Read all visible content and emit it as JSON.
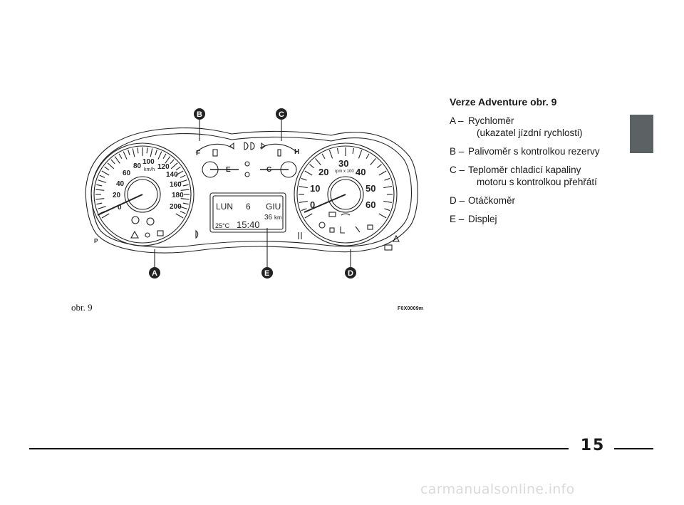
{
  "section": {
    "title": "Verze Adventure obr. 9",
    "items": [
      {
        "key": "A –",
        "lines": [
          "Rychloměr",
          "(ukazatel jízdní rychlosti)"
        ]
      },
      {
        "key": "B –",
        "lines": [
          "Palivoměr s kontrolkou rezervy"
        ]
      },
      {
        "key": "C –",
        "lines": [
          "Teploměr chladicí kapaliny",
          "motoru s kontrolkou přehřátí"
        ]
      },
      {
        "key": "D –",
        "lines": [
          "Otáčkoměr"
        ]
      },
      {
        "key": "E –",
        "lines": [
          "Displej"
        ]
      }
    ]
  },
  "figure": {
    "caption": "obr. 9",
    "code": "F0X0009m",
    "callouts": {
      "a": "A",
      "b": "B",
      "c": "C",
      "d": "D",
      "e": "E"
    },
    "speedometer": {
      "labels": [
        "0",
        "20",
        "40",
        "60",
        "80",
        "100",
        "120",
        "140",
        "160",
        "180",
        "200"
      ],
      "unit": "km/h"
    },
    "tachometer": {
      "labels": [
        "0",
        "10",
        "20",
        "30",
        "40",
        "50",
        "60"
      ],
      "unit": "rpm x 100"
    },
    "fuel_gauge": {
      "full": "F",
      "empty": "E"
    },
    "temp_gauge": {
      "hot": "H",
      "cold": "C"
    },
    "display": {
      "day": "LUN",
      "date": "6",
      "month": "GIU",
      "trip": "36",
      "trip_unit": "km",
      "temperature": "25°C",
      "time": "15:40"
    },
    "gear_indicator": "P"
  },
  "page_number": "15",
  "watermark": "carmanualsonline.info",
  "colors": {
    "tab": "#5c6264",
    "callout": "#222222"
  }
}
